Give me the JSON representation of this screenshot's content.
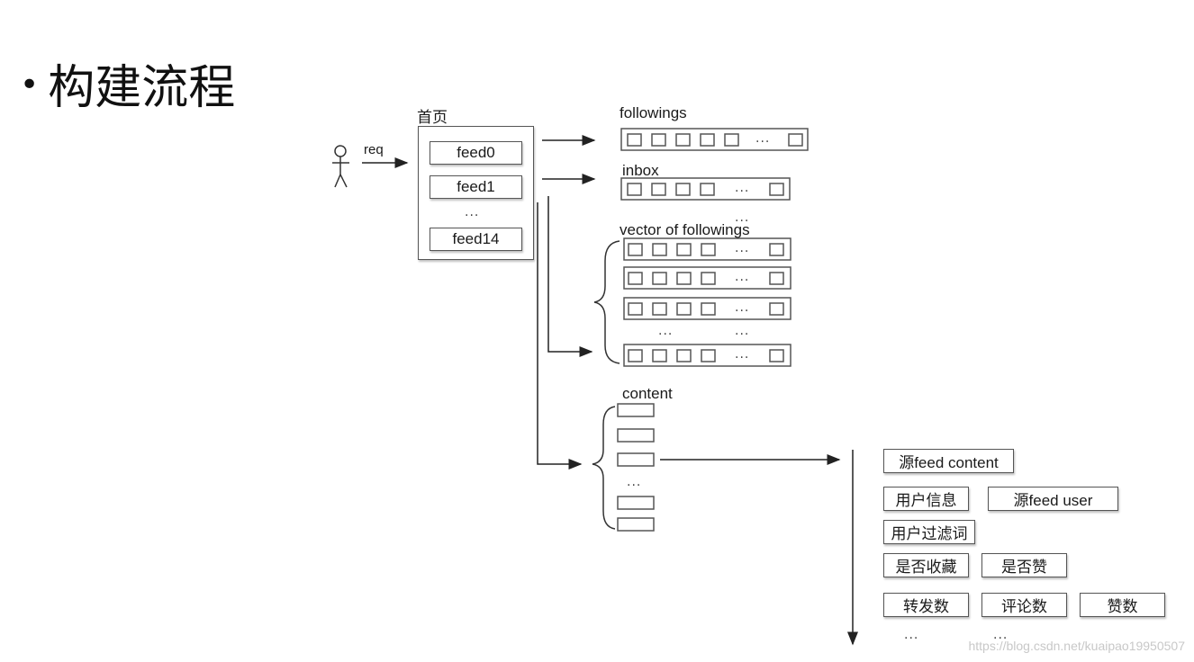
{
  "title": {
    "bullet": "•",
    "text": "构建流程"
  },
  "user": {
    "req_label": "req"
  },
  "homepage": {
    "label": "首页",
    "feeds": [
      "feed0",
      "feed1",
      "feed14"
    ],
    "ellipsis": "..."
  },
  "storage": {
    "followings_label": "followings",
    "inbox_label": "inbox",
    "vector_label": "vector of followings",
    "content_label": "content",
    "ellipsis": "..."
  },
  "detail_fields": {
    "source_feed_content": "源feed content",
    "user_info": "用户信息",
    "source_feed_user": "源feed user",
    "user_filter_words": "用户过滤词",
    "is_favorited": "是否收藏",
    "is_liked": "是否赞",
    "repost_count": "转发数",
    "comment_count": "评论数",
    "like_count": "赞数",
    "ellipsis": "..."
  },
  "watermark": "https://blog.csdn.net/kuaipao19950507"
}
